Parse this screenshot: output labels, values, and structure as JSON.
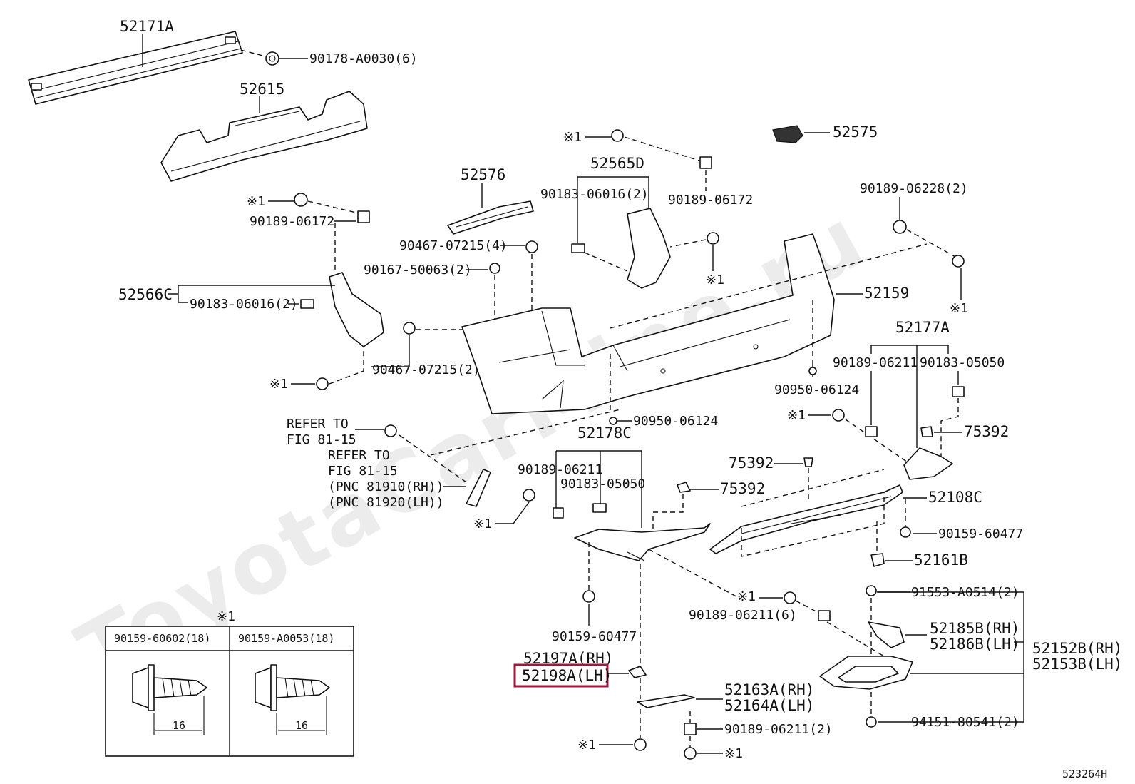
{
  "watermark": "ToyotaCarMine.ru",
  "figure_id": "523264H",
  "highlight_color": "#9b1b3c",
  "refer_to_1": [
    "REFER TO",
    "FIG 81-15"
  ],
  "refer_to_2": [
    "REFER TO",
    "FIG 81-15",
    "(PNC 81910(RH))",
    "(PNC 81920(LH))"
  ],
  "labels": {
    "p52171A": "52171A",
    "p90178": "90178-A0030(6)",
    "p52615": "52615",
    "p52575": "52575",
    "p52576": "52576",
    "p52565D": "52565D",
    "p90183_top": "90183-06016(2)",
    "p90189_06172_top": "90189-06172",
    "p90189_06228": "90189-06228(2)",
    "p90189_06172_left": "90189-06172",
    "p90467_4": "90467-07215(4)",
    "p90167": "90167-50063(2)",
    "p52566C": "52566C",
    "p90183_left": "90183-06016(2)",
    "p52159": "52159",
    "p90467_2": "90467-07215(2)",
    "p52177A": "52177A",
    "p90189_06211_r": "90189-06211",
    "p90183_05050_r": "90183-05050",
    "p90950_r": "90950-06124",
    "p90950_c": "90950-06124",
    "p52178C": "52178C",
    "p90189_06211_c": "90189-06211",
    "p90183_05050_c": "90183-05050",
    "p75392_a": "75392",
    "p75392_b": "75392",
    "p75392_c": "75392",
    "p52108C": "52108C",
    "p90159_60477_r": "90159-60477",
    "p52161B": "52161B",
    "p91553": "91553-A0514(2)",
    "p90189_06211_6": "90189-06211(6)",
    "p52185B": "52185B(RH)",
    "p52186B": "52186B(LH)",
    "p52152B": "52152B(RH)",
    "p52153B": "52153B(LH)",
    "p90159_60477_c": "90159-60477",
    "p52197A": "52197A(RH)",
    "p52198A": "52198A(LH)",
    "p52163A": "52163A(RH)",
    "p52164A": "52164A(LH)",
    "p90189_06211_2": "90189-06211(2)",
    "p94151": "94151-80541(2)"
  },
  "note_mark": "※1",
  "bolt_table": {
    "mark": "※1",
    "headers": [
      "90159-60602(18)",
      "90159-A0053(18)"
    ],
    "dimensions": [
      "16",
      "16"
    ]
  }
}
